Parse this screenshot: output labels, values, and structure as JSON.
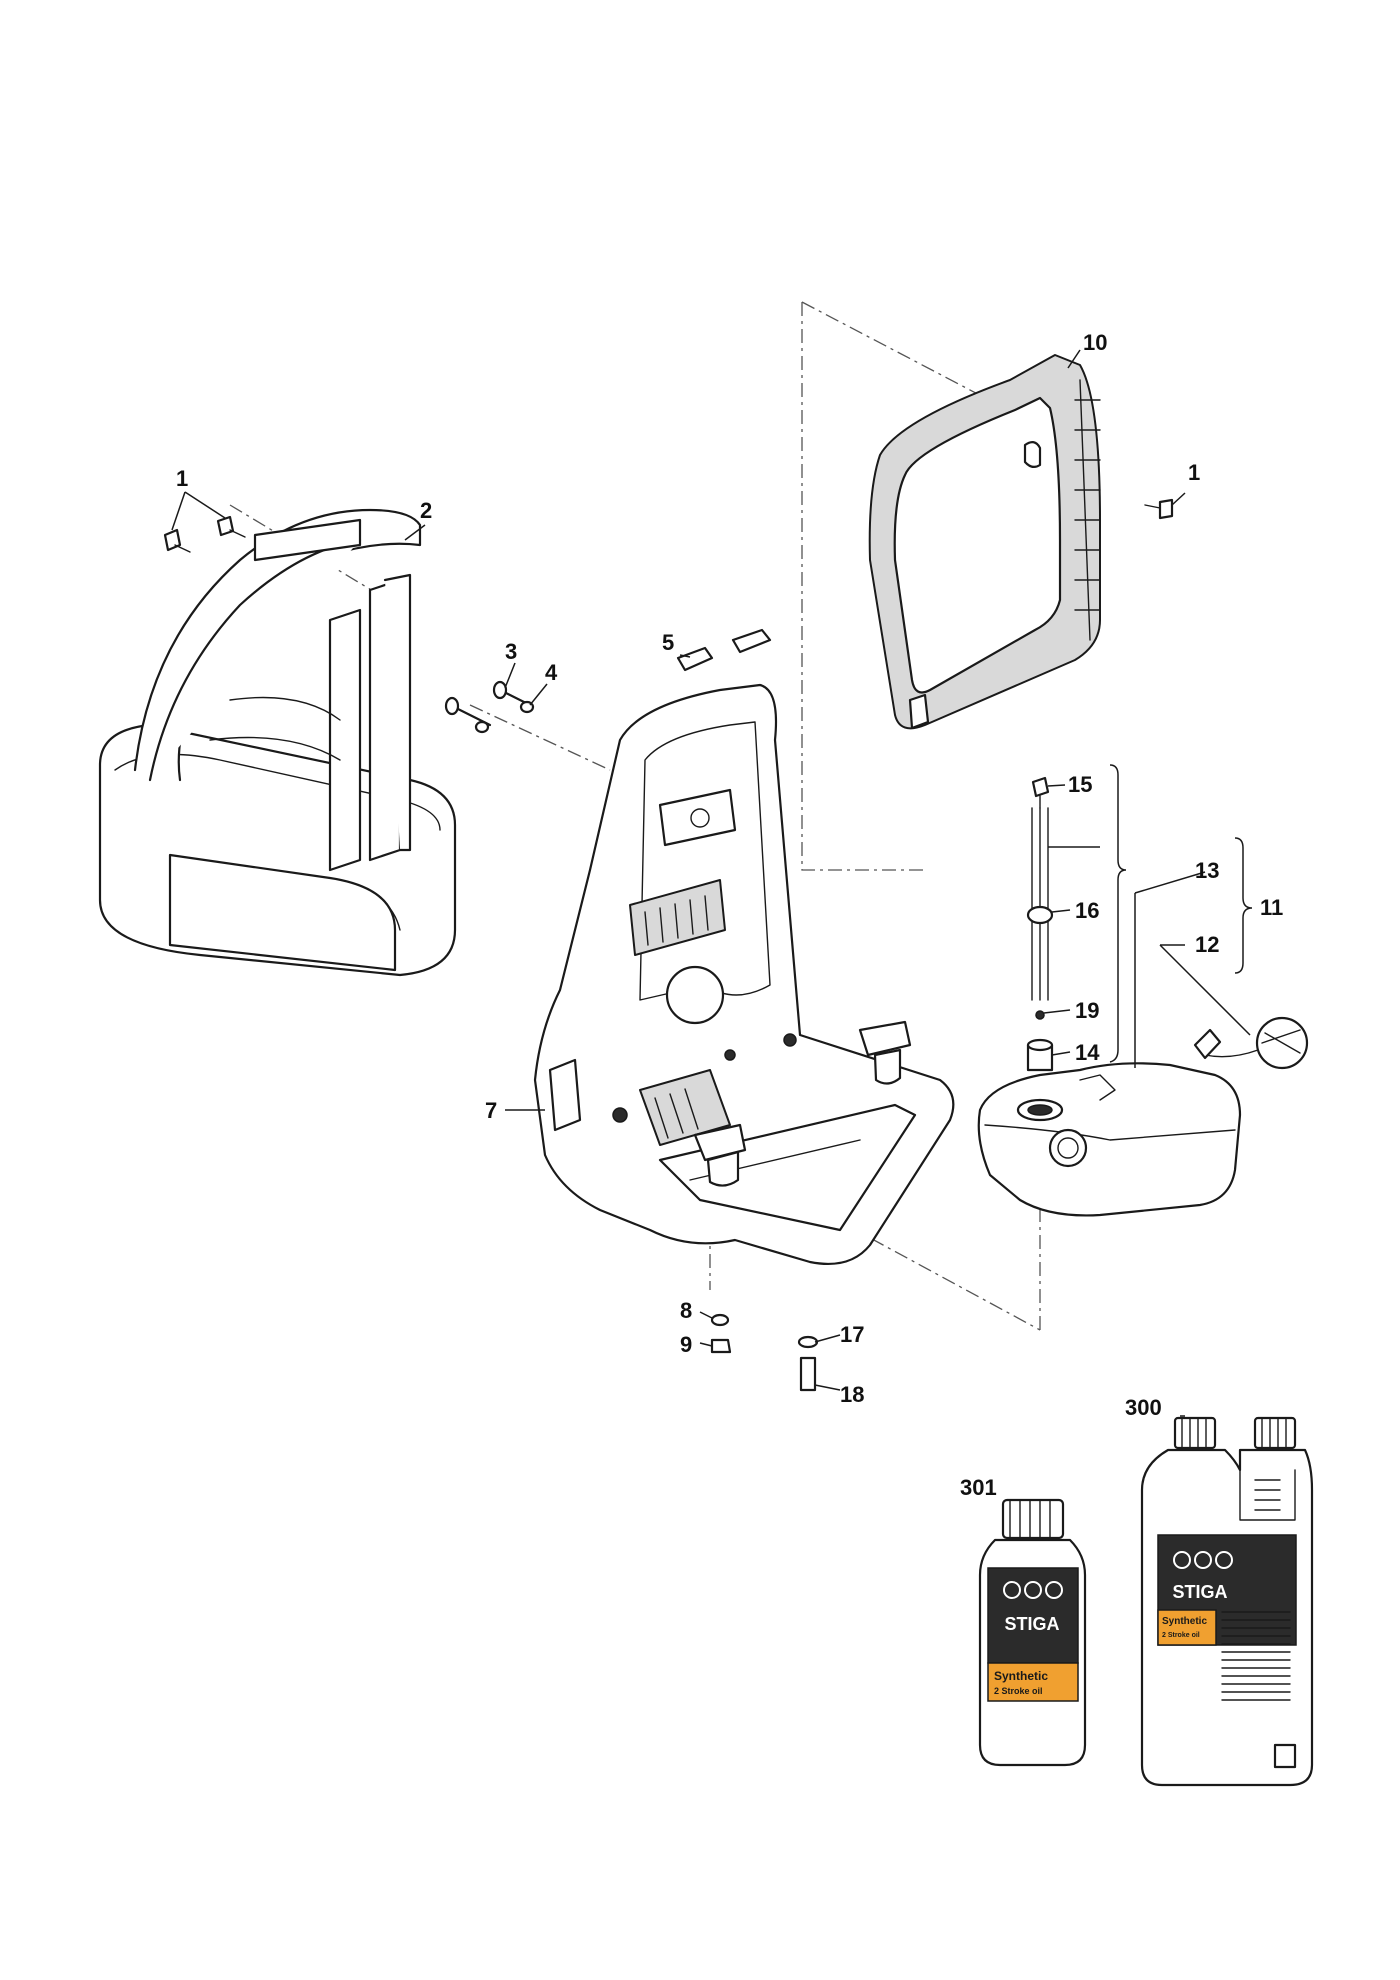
{
  "callouts": {
    "c1a": "1",
    "c1b": "1",
    "c2": "2",
    "c3": "3",
    "c4": "4",
    "c5": "5",
    "c7": "7",
    "c8": "8",
    "c9": "9",
    "c10": "10",
    "c11": "11",
    "c12": "12",
    "c13": "13",
    "c14": "14",
    "c15": "15",
    "c16": "16",
    "c17": "17",
    "c18": "18",
    "c19": "19",
    "c300": "300",
    "c301": "301"
  },
  "products": {
    "brand": "STIGA",
    "small_bottle": {
      "line1": "Synthetic",
      "line2": "2 Stroke oil"
    },
    "large_bottle": {
      "line1": "Synthetic",
      "line2": "2 Stroke oil"
    }
  },
  "colors": {
    "line": "#1a1a1a",
    "label_dark": "#2b2b2b",
    "label_orange": "#f0a030"
  }
}
